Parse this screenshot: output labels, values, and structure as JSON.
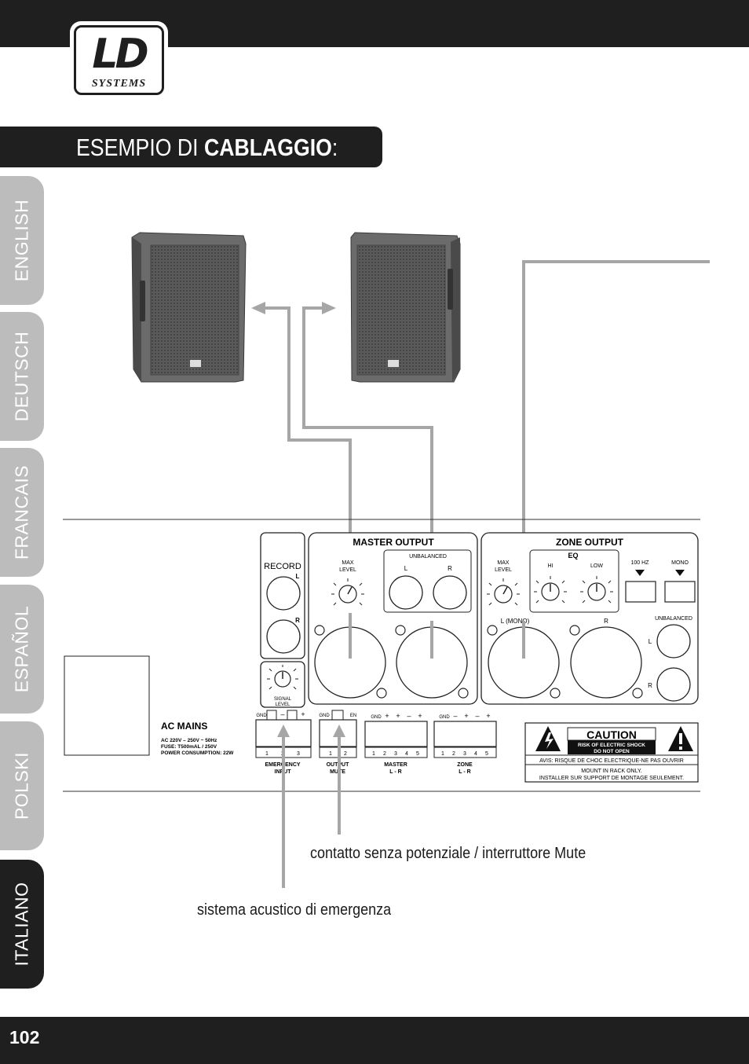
{
  "brand": {
    "logo_main": "LD",
    "logo_sub": "SYSTEMS"
  },
  "heading": {
    "normal": "ESEMPIO DI ",
    "bold": "CABLAGGIO",
    "suffix": ":"
  },
  "tabs": [
    {
      "label": "ENGLISH"
    },
    {
      "label": "DEUTSCH"
    },
    {
      "label": "FRANCAIS"
    },
    {
      "label": "ESPAÑOL"
    },
    {
      "label": "POLSKI"
    },
    {
      "label": "ITALIANO"
    }
  ],
  "page_number": "102",
  "panel": {
    "record": "RECORD",
    "l": "L",
    "r": "R",
    "signal_level": [
      "SIGNAL",
      "LEVEL"
    ],
    "master_output": "MASTER OUTPUT",
    "max_level": [
      "MAX",
      "LEVEL"
    ],
    "unbalanced": "UNBALANCED",
    "master_l": "L",
    "master_r": "R",
    "zone_output": "ZONE OUTPUT",
    "eq": "EQ",
    "hi": "HI",
    "low": "LOW",
    "hz100": "100 HZ",
    "mono": "MONO",
    "zone_l_mono": "L (MONO)",
    "zone_r": "R",
    "zone_unbalanced": "UNBALANCED",
    "zone_unb_l": "L",
    "zone_unb_r": "R",
    "ac_mains": "AC MAINS",
    "ac_specs": [
      "AC 220V – 250V ~ 50Hz",
      "FUSE: T500mAL / 250V",
      "POWER CONSUMPTION: 22W"
    ],
    "terminals": [
      {
        "top": [
          "GND",
          "–",
          "+"
        ],
        "pins": [
          "1",
          "2",
          "3"
        ],
        "label": [
          "EMERGENCY",
          "INPUT"
        ]
      },
      {
        "top": [
          "GND",
          "EN"
        ],
        "pins": [
          "1",
          "2"
        ],
        "label": [
          "OUTPUT",
          "MUTE"
        ]
      },
      {
        "top": [
          "GND",
          "+",
          "+",
          "–",
          "+"
        ],
        "pins": [
          "1",
          "2",
          "3",
          "4",
          "5"
        ],
        "label": [
          "MASTER",
          "L - R"
        ]
      },
      {
        "top": [
          "GND",
          "–",
          "+",
          "–",
          "+"
        ],
        "pins": [
          "1",
          "2",
          "3",
          "4",
          "5"
        ],
        "label": [
          "ZONE",
          "L - R"
        ]
      }
    ],
    "caution_title": "CAUTION",
    "caution_lines": [
      "RISK OF ELECTRIC SHOCK",
      "DO NOT OPEN"
    ],
    "caution_avis": "AVIS: RISQUE DE CHOC ELECTRIQUE-NE PAS OUVRIR",
    "caution_mount": [
      "MOUNT IN RACK ONLY.",
      "INSTALLER SUR SUPPORT DE MONTAGE SEULEMENT."
    ]
  },
  "captions": {
    "mute": "contatto senza potenziale / interruttore Mute",
    "emergency": "sistema acustico di emergenza"
  },
  "colors": {
    "dark": "#1f1f1f",
    "tab_gray": "#bcbcbc",
    "cable": "#a6a6a6",
    "speaker": "#555555"
  }
}
